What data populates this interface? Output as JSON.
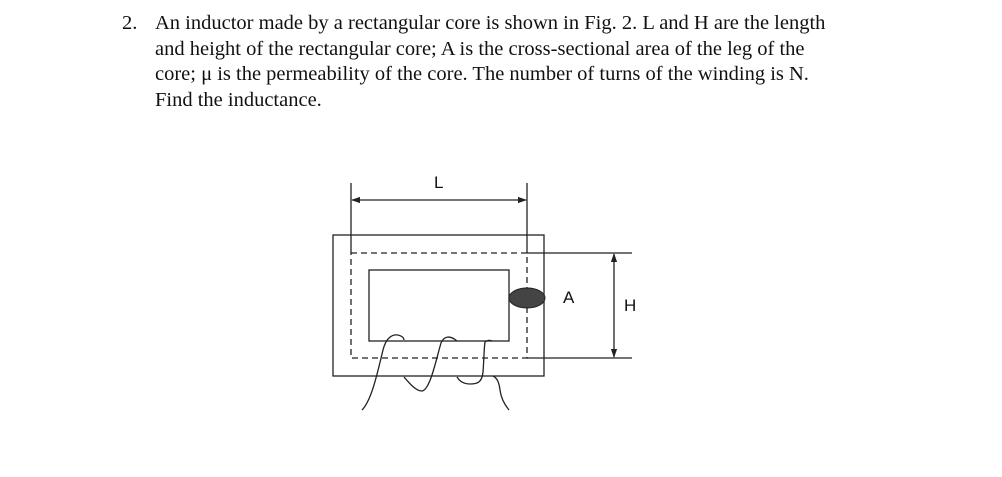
{
  "problem": {
    "number": "2.",
    "lines": [
      "An inductor made by a rectangular core is shown in Fig. 2. L and H are the length",
      "and height of the rectangular core; A is the cross-sectional area of the leg of the",
      "core; μ is the permeability of the core. The number of turns of the winding is N.",
      "Find the inductance."
    ]
  },
  "figure": {
    "labels": {
      "length": "L",
      "area": "A",
      "height": "H"
    },
    "colors": {
      "stroke": "#222222",
      "ellipse_fill": "#444444"
    }
  }
}
